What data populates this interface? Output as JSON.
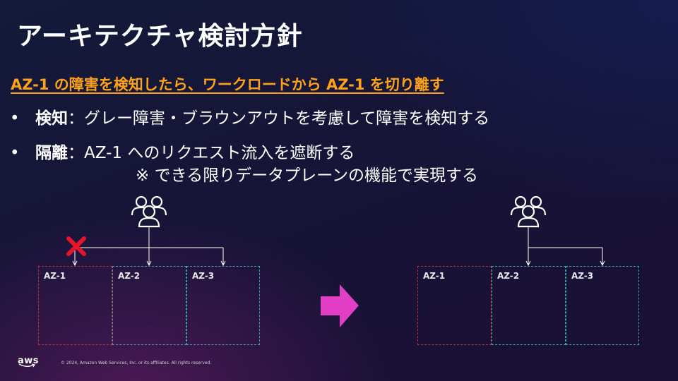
{
  "slide": {
    "title": "アーキテクチャ検討方針",
    "subheading": "AZ-1 の障害を検知したら、ワークロードから AZ-1 を切り離す",
    "bullets": [
      {
        "marker": "•",
        "term": "検知",
        "separator": "：",
        "text": "グレー障害・ブラウンアウトを考慮して障害を検知する"
      },
      {
        "marker": "•",
        "term": "隔離",
        "separator": "：",
        "text": "AZ-1 へのリクエスト流入を遮断する"
      }
    ],
    "note": "※ できる限りデータプレーンの機能で実現する"
  },
  "diagram": {
    "left": {
      "az_labels": [
        "AZ-1",
        "AZ-2",
        "AZ-3"
      ]
    },
    "right": {
      "az_labels": [
        "AZ-1",
        "AZ-2",
        "AZ-3"
      ]
    },
    "colors": {
      "az_failed": "#c7283a",
      "az_healthy": "#2ea6a4",
      "arrow": "#e33fc6",
      "block_mark": "#e5162b"
    },
    "icons": [
      "users-icon",
      "block-x-icon",
      "transition-arrow-icon"
    ]
  },
  "footer": {
    "logo": "aws",
    "copyright": "© 2024, Amazon Web Services, Inc. or its affiliates. All rights reserved."
  }
}
